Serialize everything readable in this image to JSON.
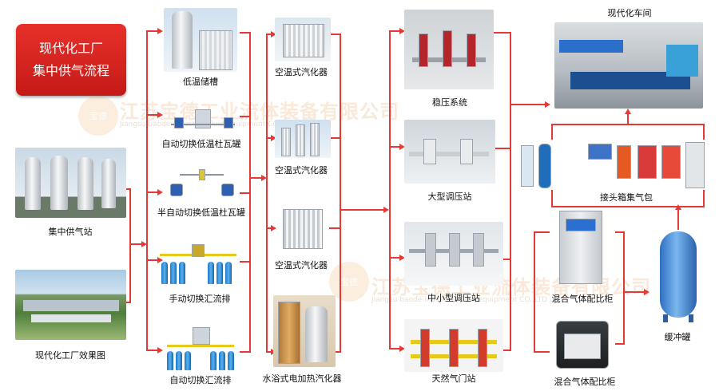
{
  "title": {
    "line1": "现代化工厂",
    "line2": "集中供气流程"
  },
  "watermark": {
    "company": "江苏宝德工业流体装备有限公司",
    "company_en": "Jiangsu baode industrial fluid equipment CO.,LTD",
    "logo": "宝德"
  },
  "nodes": {
    "central_station": "集中供气站",
    "factory_render": "现代化工厂效果图",
    "cryo_tank": "低温储槽",
    "auto_dewar": "自动切换低温杜瓦罐",
    "semi_auto_dewar": "半自动切换低温杜瓦罐",
    "manual_manifold": "手动切换汇流排",
    "auto_manifold": "自动切换汇流排",
    "ambient_vap_1": "空温式汽化器",
    "ambient_vap_2": "空温式汽化器",
    "ambient_vap_3": "空温式汽化器",
    "water_bath_vap": "水浴式电加热汽化器",
    "stabilizer": "稳压系统",
    "large_station": "大型调压站",
    "small_station": "中小型调压站",
    "gas_gate": "天然气门站",
    "workshop": "现代化车间",
    "header_box": "接头箱集气包",
    "mixer_1": "混合气体配比柜",
    "mixer_2": "混合气体配比柜",
    "buffer_tank": "缓冲罐"
  },
  "colors": {
    "flow_line": "#e53935",
    "title_bg": "#d9261f"
  }
}
